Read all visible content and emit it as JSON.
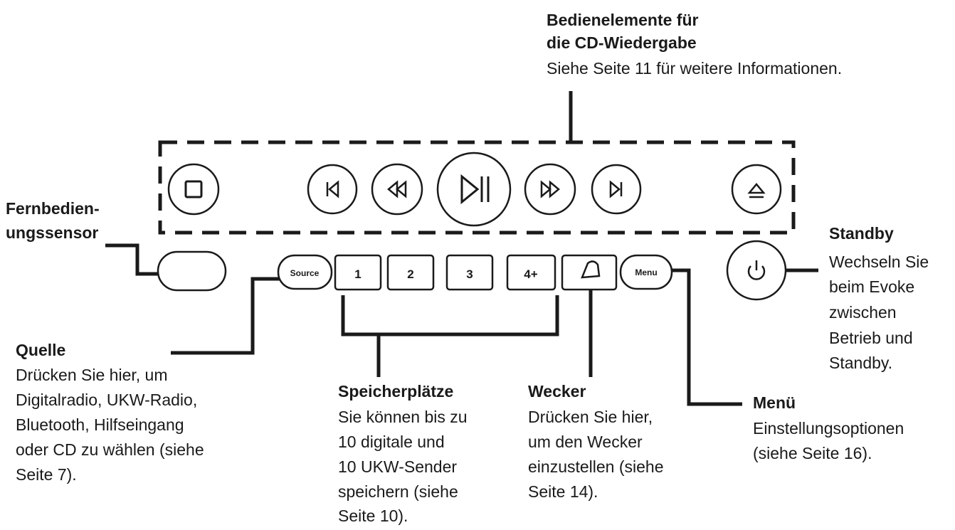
{
  "buttons": {
    "source": "Source",
    "preset_1": "1",
    "preset_2": "2",
    "preset_3": "3",
    "preset_4": "4+",
    "menu": "Menu"
  },
  "labels": {
    "cd_controls": {
      "title_line1": "Bedienelemente für",
      "title_line2": "die CD-Wiedergabe",
      "desc": "Siehe Seite 11 für weitere Informationen."
    },
    "remote_sensor": {
      "title_line1": "Fernbedien-",
      "title_line2": "ungssensor"
    },
    "standby": {
      "title": "Standby",
      "desc_lines": [
        "Wechseln Sie",
        "beim Evoke",
        "zwischen",
        "Betrieb und",
        "Standby."
      ]
    },
    "source": {
      "title": "Quelle",
      "desc_lines": [
        "Drücken Sie hier, um",
        "Digitalradio, UKW-Radio,",
        "Bluetooth, Hilfseingang",
        "oder CD zu wählen (siehe",
        "Seite 7)."
      ]
    },
    "presets": {
      "title": "Speicherplätze",
      "desc_lines": [
        "Sie können bis zu",
        "10 digitale und",
        "10 UKW-Sender",
        "speichern (siehe",
        "Seite 10)."
      ]
    },
    "alarm": {
      "title": "Wecker",
      "desc_lines": [
        "Drücken Sie hier,",
        "um den Wecker",
        "einzustellen (siehe",
        "Seite 14)."
      ]
    },
    "menu": {
      "title": "Menü",
      "desc_lines": [
        "Einstellungsoptionen",
        "(siehe Seite 16)."
      ]
    }
  }
}
